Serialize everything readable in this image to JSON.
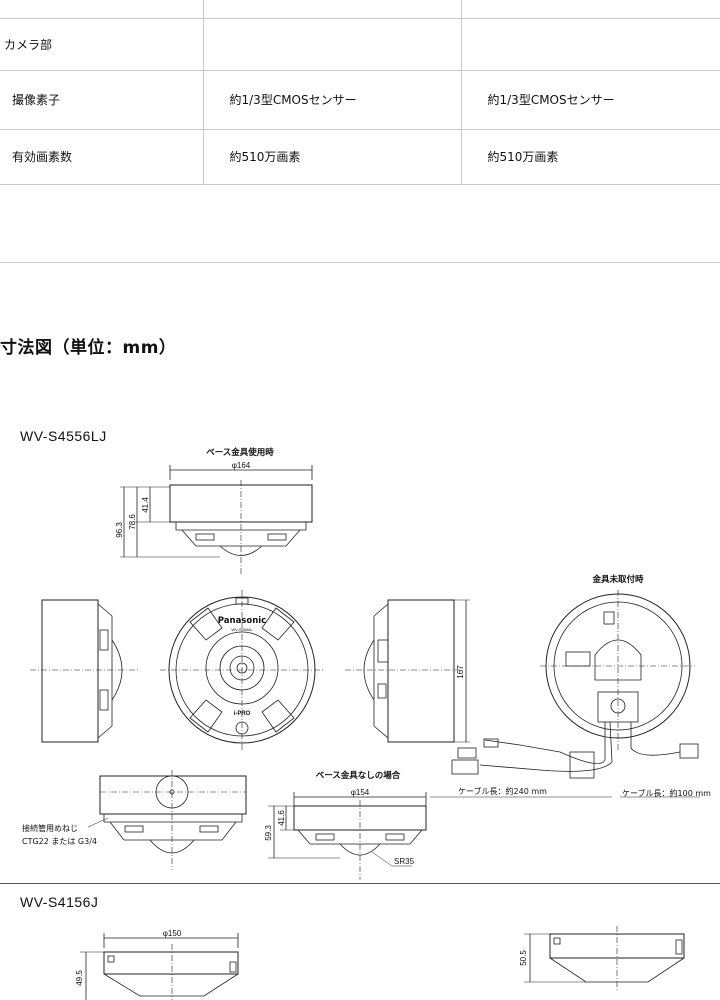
{
  "spec_table": {
    "section": "カメラ部",
    "rows": [
      {
        "label": "撮像素子",
        "col1": "約1/3型CMOSセンサー",
        "col2": "約1/3型CMOSセンサー"
      },
      {
        "label": "有効画素数",
        "col1": "約510万画素",
        "col2": "約510万画素"
      }
    ]
  },
  "dimensions": {
    "title": "寸法図（単位：mm）",
    "model1": {
      "name": "WV-S4556LJ",
      "with_base_label": "ベース金具使用時",
      "top_width": "φ164",
      "heights": [
        "41.4",
        "78.6",
        "96.3"
      ],
      "logo": "Panasonic",
      "model_small": "WV-S4556L",
      "ipro": "i-PRO",
      "side_height": "167",
      "mount_label": "金具未取付時",
      "cable1": "ケーブル長：約240 mm",
      "cable2": "ケーブル長：約100 mm",
      "conduit_label1": "接続管用めねじ",
      "conduit_label2": "CTG22 または G3/4",
      "without_base_label": "ベース金具なしの場合",
      "bottom_width": "φ154",
      "bottom_heights": [
        "41.6",
        "59.3"
      ],
      "radius": "SR35"
    },
    "model2": {
      "name": "WV-S4156J",
      "width": "φ150",
      "height_left": "49.5",
      "height_right": "50.5"
    }
  }
}
